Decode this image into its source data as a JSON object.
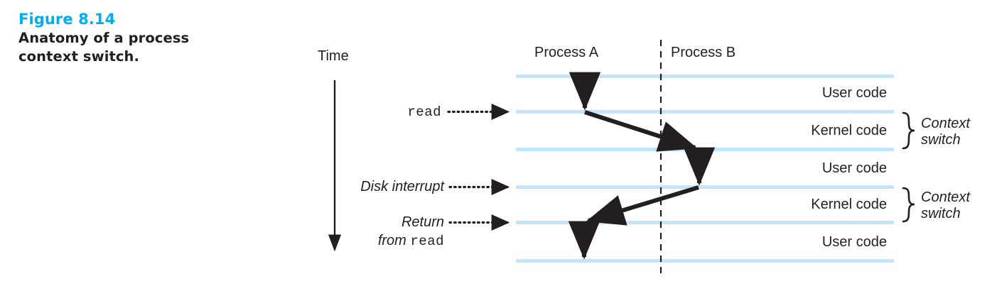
{
  "caption": {
    "figure_number": "Figure 8.14",
    "title_line1": "Anatomy of a process",
    "title_line2": "context switch.",
    "accent_color": "#00aeef"
  },
  "diagram": {
    "time_axis_label": "Time",
    "columns": [
      {
        "label": "Process A"
      },
      {
        "label": "Process B"
      }
    ],
    "bands": [
      {
        "label": "User code"
      },
      {
        "label": "Kernel code"
      },
      {
        "label": "User code"
      },
      {
        "label": "Kernel code"
      },
      {
        "label": "User code"
      }
    ],
    "events": [
      {
        "label": "read",
        "style": "mono"
      },
      {
        "label": "Disk interrupt",
        "style": "italic"
      },
      {
        "label": "Return",
        "label2_prefix": "from ",
        "label2_mono": "read",
        "style": "italic-two-line"
      }
    ],
    "context_switch_braces": [
      {
        "line1": "Context",
        "line2": "switch"
      },
      {
        "line1": "Context",
        "line2": "switch"
      }
    ],
    "colors": {
      "band_rule": "#bfe6fa",
      "ink": "#231f20",
      "divider": "#231f20"
    }
  }
}
